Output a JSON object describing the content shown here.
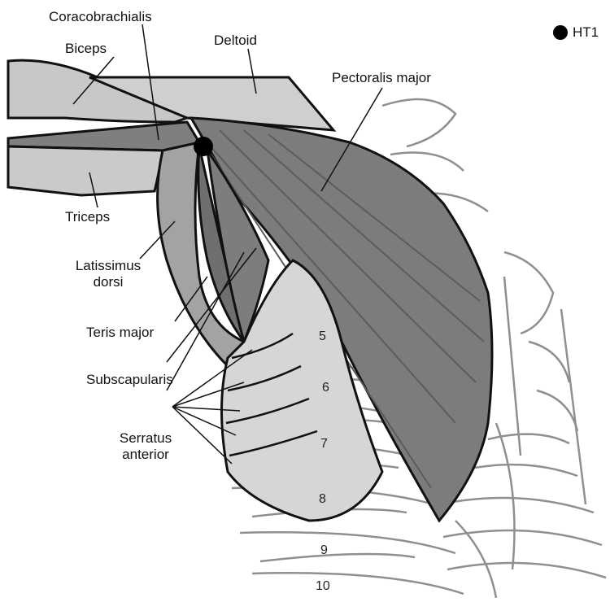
{
  "legend": {
    "marker_label": "HT1",
    "marker_color": "#000000"
  },
  "labels": {
    "coracobrachialis": "Coracobrachialis",
    "biceps": "Biceps",
    "deltoid": "Deltoid",
    "pectoralis_major": "Pectoralis major",
    "triceps": "Triceps",
    "latissimus_line1": "Latissimus",
    "latissimus_line2": "dorsi",
    "teres_major": "Teris major",
    "subscapularis": "Subscapularis",
    "serratus_line1": "Serratus",
    "serratus_line2": "anterior"
  },
  "ribs": [
    "5",
    "6",
    "7",
    "8",
    "9",
    "10"
  ],
  "colors": {
    "muscle_light": "#c9c9c9",
    "muscle_mid": "#a8a8a8",
    "muscle_dark": "#7a7a7a",
    "outline": "#111111",
    "bone_line": "#9a9a9a"
  }
}
